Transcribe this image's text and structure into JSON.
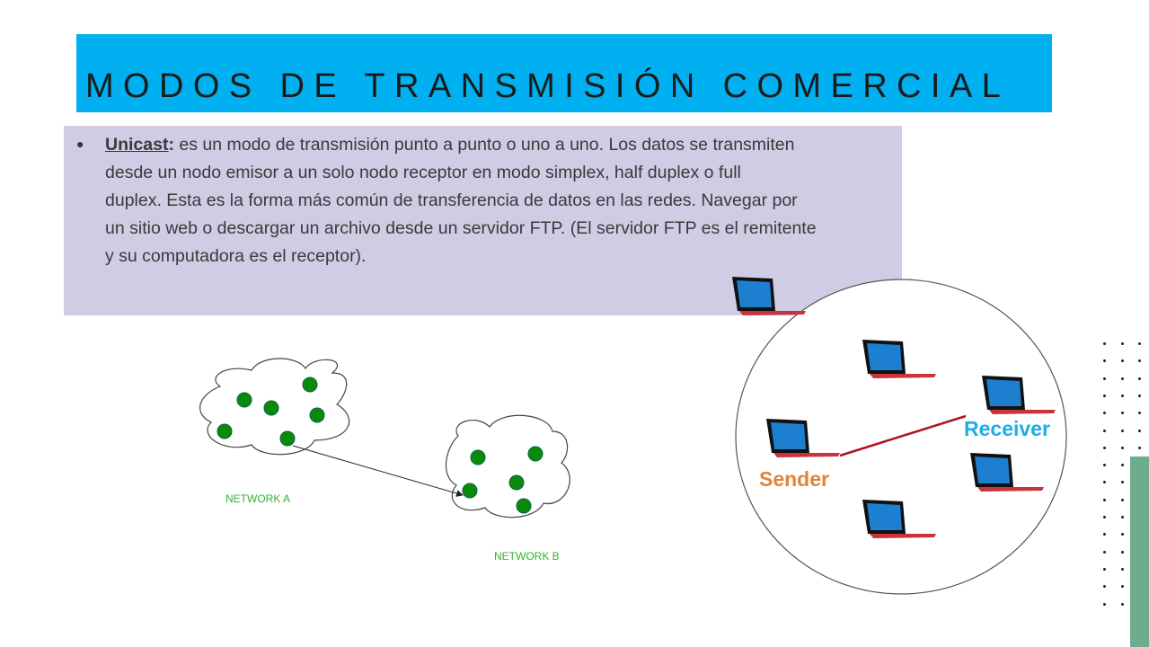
{
  "title": "MODOS DE TRANSMISIÓN COMERCIAL",
  "bullet": {
    "term": "Unicast",
    "colon": ":",
    "lines": [
      " es un modo de transmisión punto a punto o uno a uno. Los datos se transmiten",
      "desde un nodo emisor a un solo nodo receptor en modo simplex, half duplex o full",
      "duplex. Esta es la forma más común de transferencia de datos en las redes. Navegar por",
      "un sitio web o descargar un archivo desde un servidor FTP. (El servidor FTP es el remitente",
      "y su computadora es el receptor)."
    ]
  },
  "diagram_networks": {
    "network_a": "NETWORK A",
    "network_b": "NETWORK B"
  },
  "diagram_laptops": {
    "sender": "Sender",
    "receiver": "Receiver"
  },
  "colors": {
    "title_bar": "#00b0f0",
    "content_bg": "#d0cce4",
    "node_green": "#0a8a0a",
    "sender": "#e0843a",
    "receiver": "#1aaee8",
    "accent_green": "#6fac8e"
  }
}
